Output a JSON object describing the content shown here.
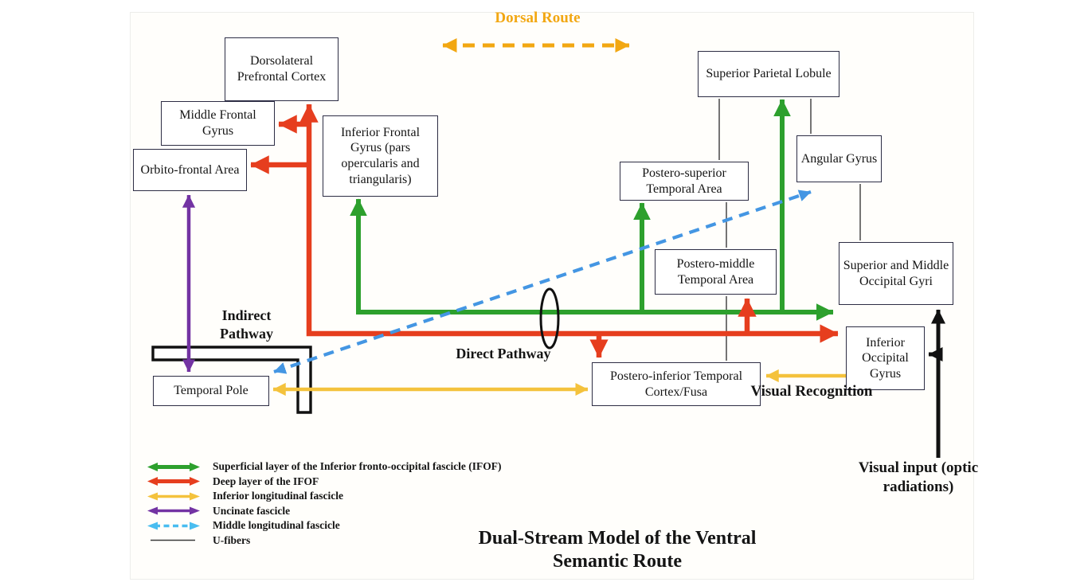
{
  "diagram_title": "Dual-Stream Model of the Ventral Semantic Route",
  "routes": {
    "dorsal_route_label": "Dorsal Route",
    "indirect_pathway_label": "Indirect Pathway",
    "direct_pathway_label": "Direct Pathway"
  },
  "annotations": {
    "visual_recognition": "Visual Recognition",
    "visual_input": "Visual input (optic radiations)"
  },
  "nodes": {
    "dlpfc": {
      "label": "Dorsolateral Prefrontal Cortex"
    },
    "mfg": {
      "label": "Middle Frontal Gyrus"
    },
    "ofa": {
      "label": "Orbito-frontal Area"
    },
    "ifg": {
      "label": "Inferior Frontal Gyrus (pars opercularis and triangularis)"
    },
    "spl": {
      "label": "Superior Parietal Lobule"
    },
    "ag": {
      "label": "Angular Gyrus"
    },
    "pst": {
      "label": "Postero-superior Temporal Area"
    },
    "pmt": {
      "label": "Postero-middle Temporal Area"
    },
    "smog": {
      "label": "Superior and Middle Occipital Gyri"
    },
    "iog": {
      "label": "Inferior Occipital Gyrus"
    },
    "pit": {
      "label": "Postero-inferior Temporal Cortex/Fusa"
    },
    "tp": {
      "label": "Temporal Pole"
    }
  },
  "legend": {
    "items": [
      {
        "name": "superficial-ifof",
        "label": "Superficial layer of the Inferior fronto-occipital fascicle (IFOF)",
        "color": "#2da02d",
        "style": "solid-double-arrow"
      },
      {
        "name": "deep-ifof",
        "label": "Deep layer of the IFOF",
        "color": "#e63e1e",
        "style": "solid-double-arrow"
      },
      {
        "name": "inferior-longitudinal-fascicle",
        "label": "Inferior longitudinal fascicle",
        "color": "#f4c23c",
        "style": "solid-double-arrow"
      },
      {
        "name": "uncinate-fascicle",
        "label": "Uncinate fascicle",
        "color": "#7333a3",
        "style": "solid-double-arrow"
      },
      {
        "name": "middle-longitudinal-fascicle",
        "label": "Middle longitudinal fascicle",
        "color": "#49bdf0",
        "style": "dashed-double-arrow"
      },
      {
        "name": "u-fibers",
        "label": "U-fibers",
        "color": "#3a3a3a",
        "style": "thin-line"
      }
    ]
  },
  "colors": {
    "superficial_ifof_green": "#2da02d",
    "deep_ifof_red": "#e63e1e",
    "ilf_yellow": "#f4c23c",
    "uncinate_purple": "#7333a3",
    "mdlf_blue_line": "#4496e3",
    "mdlf_blue_legend": "#49bdf0",
    "dorsal_route_orange": "#f2a712",
    "visual_input_black": "#111111",
    "u_fiber_gray": "#3a3a3a",
    "box_border": "#2d2d44"
  }
}
